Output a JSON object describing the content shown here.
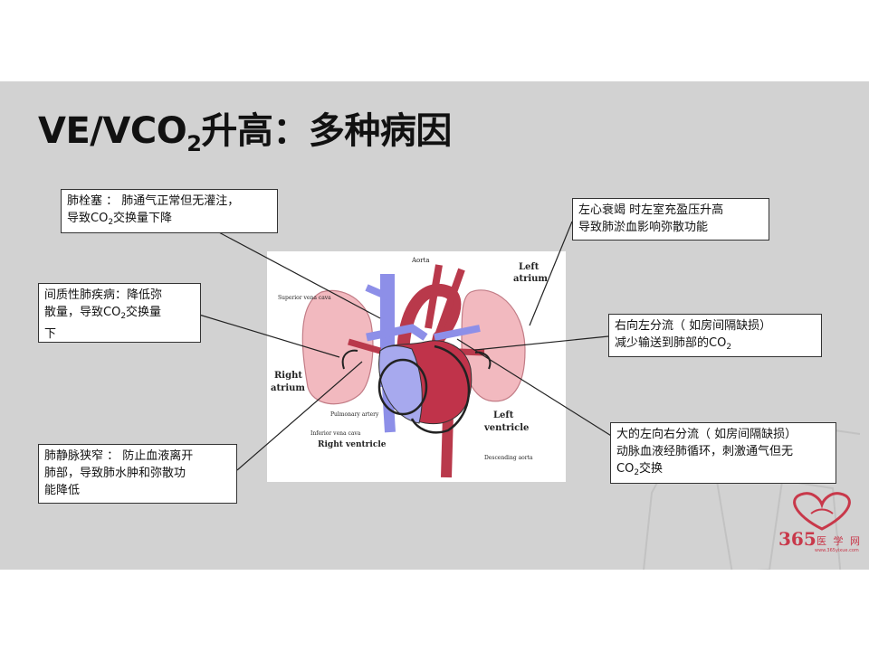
{
  "slide": {
    "title_pre": "VE/VCO",
    "title_sub": "2",
    "title_post": "升高：多种病因"
  },
  "callouts": {
    "embolism": {
      "line1": "肺栓塞 ： 肺通气正常但无灌注，",
      "line2_pre": "导致CO",
      "line2_sub": "2",
      "line2_post": "交换量下降"
    },
    "interstitial": {
      "line1": "间质性肺疾病：降低弥",
      "line2_pre": "散量，导致CO",
      "line2_sub": "2",
      "line2_post": "交换量",
      "line3": "下"
    },
    "stenosis": {
      "line1": "肺静脉狭窄 ： 防止血液离开",
      "line2": "肺部，导致肺水肿和弥散功",
      "line3": "能降低"
    },
    "heart_failure": {
      "line1": "左心衰竭 时左室充盈压升高",
      "line2": "导致肺淤血影响弥散功能"
    },
    "rl_shunt": {
      "line1": "右向左分流（ 如房间隔缺损）",
      "line2_pre": "减少输送到肺部的CO",
      "line2_sub": "2"
    },
    "lr_shunt": {
      "line1": "大的左向右分流（ 如房间隔缺损）",
      "line2": "动脉血液经肺循环，刺激通气但无",
      "line3_pre": "CO",
      "line3_sub": "2",
      "line3_post": "交换"
    }
  },
  "diagram_labels": {
    "aorta": "Aorta",
    "left_atrium_1": "Left",
    "left_atrium_2": "atrium",
    "superior_vena_cava": "Superior vena cava",
    "right_atrium_1": "Right",
    "right_atrium_2": "atrium",
    "pulmonary_artery": "Pulmonary artery",
    "inferior_vena_cava": "Inferior vena cava",
    "right_ventricle": "Right ventricle",
    "left_ventricle_1": "Left",
    "left_ventricle_2": "ventricle",
    "descending_aorta": "Descending aorta"
  },
  "logo": {
    "number": "365",
    "text": "医 学 网",
    "url": "www.365yixue.com"
  }
}
